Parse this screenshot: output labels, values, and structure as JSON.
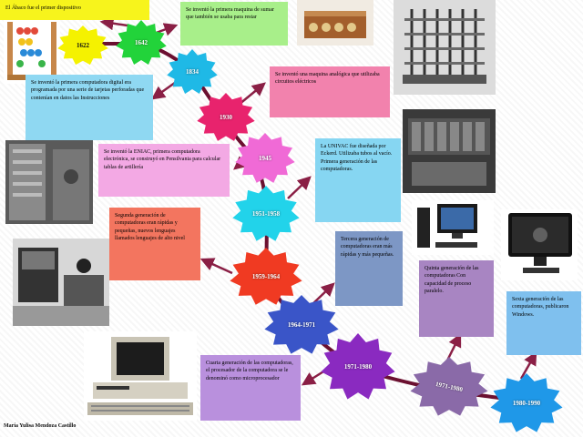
{
  "author": "María Yulisa Mendoza Castillo",
  "colors": {
    "timeline": "#6b1030",
    "arrow": "#8a1f45"
  },
  "milestones": [
    {
      "year": "1622",
      "color": "#f5f200",
      "dark": true
    },
    {
      "year": "1642",
      "color": "#22d33a"
    },
    {
      "year": "1834",
      "color": "#1fb9e6"
    },
    {
      "year": "1930",
      "color": "#e8236d"
    },
    {
      "year": "1945",
      "color": "#f06ad6"
    },
    {
      "year": "1951-1958",
      "color": "#22d3ea"
    },
    {
      "year": "1959-1964",
      "color": "#f03a22"
    },
    {
      "year": "1964-1971",
      "color": "#3a55c8"
    },
    {
      "year": "1971-1980",
      "color": "#8a2ac0"
    },
    {
      "year": "1971-1980",
      "color": "#8a6aa8"
    },
    {
      "year": "1980-1990",
      "color": "#1f98e8"
    }
  ],
  "descriptions": [
    {
      "text": "El Ábaco fue el primer dispositivo",
      "bg": "#f7f41c"
    },
    {
      "text": "Se inventó la primera maquina de sumar que también se usaba para restar",
      "bg": "#a8ef8a"
    },
    {
      "text": "Se inventó la primera computadora digital era programada por una serie de tarjetas perforadas que contenían en datos las Instrucciones",
      "bg": "#8fd8f2"
    },
    {
      "text": "Se inventó una maquina analógica que utilizaba circuitos eléctricos",
      "bg": "#f282ad"
    },
    {
      "text": "Se inventó la ENIAC, primera computadora electrónica, se construyó en Pensilvania para calcular tablas de artillería",
      "bg": "#f3a9e4"
    },
    {
      "text": "La UNIVAC fue diseñada por Eckerd. Utilizaba tubos al vacío. Primera generación de las computadoras.",
      "bg": "#86d6f2"
    },
    {
      "text": "Segunda generación de computadoras eran rápidas y pequeñas, nuevos lenguajes llamados lenguajes de alto nivel",
      "bg": "#f3755f"
    },
    {
      "text": "Tercera generación de computadoras eran más rápidas y más pequeñas.",
      "bg": "#7d97c5"
    },
    {
      "text": "Quinta generación de las computadoras Con capacidad de proceso paralelo.",
      "bg": "#a885c2"
    },
    {
      "text": "Cuarta generación de las computadoras, el procesador de la computadora se le denominó como microprocesador",
      "bg": "#b990dd"
    },
    {
      "text": "Sexta generación de las computadoras, publicaron Windows.",
      "bg": "#7fc0ee"
    }
  ],
  "images": [
    {
      "name": "abacus-photo"
    },
    {
      "name": "pascaline-photo"
    },
    {
      "name": "difference-engine-photo"
    },
    {
      "name": "analog-machine-photo"
    },
    {
      "name": "eniac-photo"
    },
    {
      "name": "univac-photo"
    },
    {
      "name": "second-gen-computer-photo"
    },
    {
      "name": "desktop-pc-photo"
    },
    {
      "name": "all-in-one-pc-photo"
    },
    {
      "name": "vintage-pc-photo"
    }
  ]
}
